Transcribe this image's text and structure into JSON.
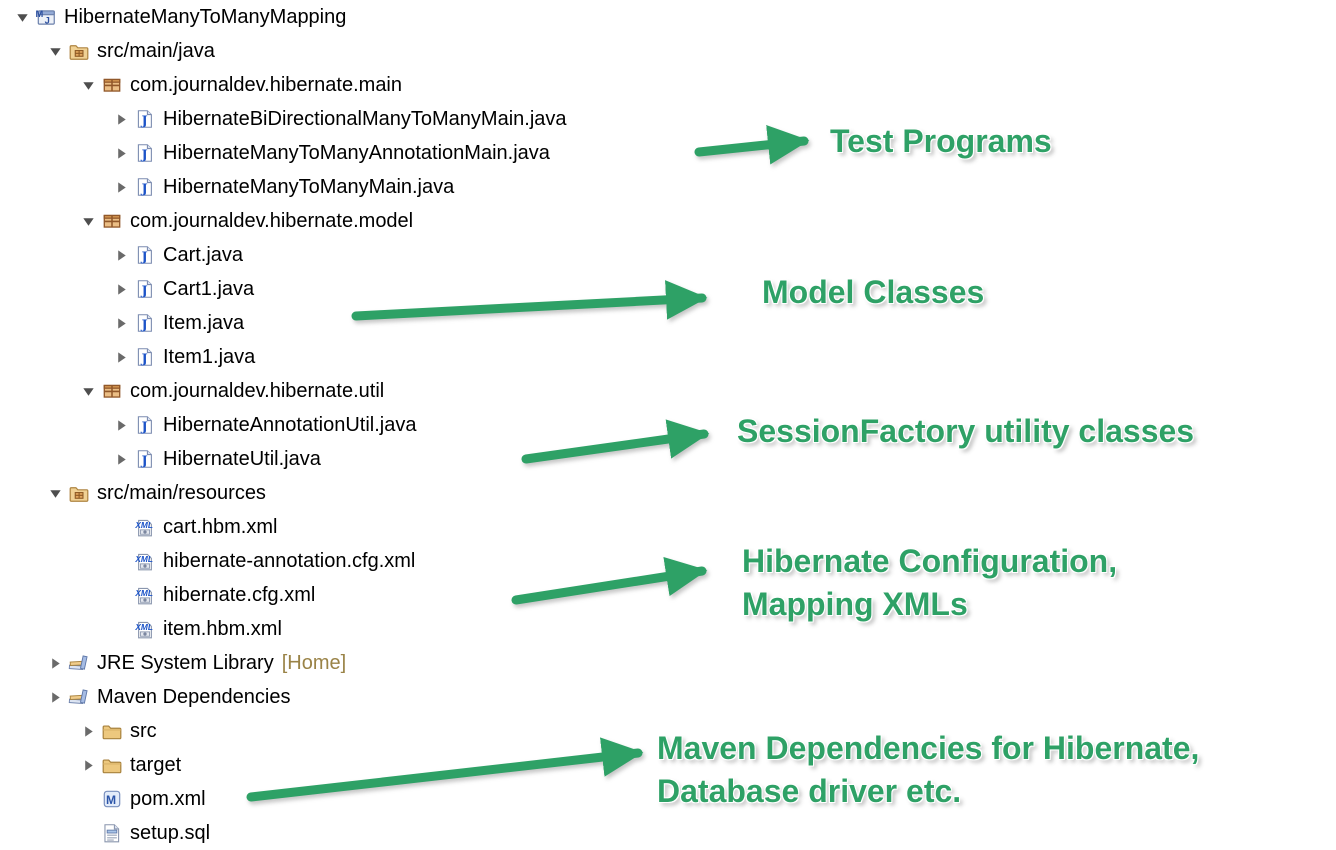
{
  "colors": {
    "annotation_green": "#2EA166",
    "decoration_text": "#9A8347",
    "tree_text": "#000000"
  },
  "tree": {
    "items": [
      {
        "label": "HibernateManyToManyMapping",
        "icon": "maven-project",
        "level": 0,
        "state": "expanded"
      },
      {
        "label": "src/main/java",
        "icon": "source-folder",
        "level": 1,
        "state": "expanded"
      },
      {
        "label": "com.journaldev.hibernate.main",
        "icon": "package",
        "level": 2,
        "state": "expanded"
      },
      {
        "label": "HibernateBiDirectionalManyToManyMain.java",
        "icon": "java-file",
        "level": 3,
        "state": "collapsed"
      },
      {
        "label": "HibernateManyToManyAnnotationMain.java",
        "icon": "java-file",
        "level": 3,
        "state": "collapsed"
      },
      {
        "label": "HibernateManyToManyMain.java",
        "icon": "java-file",
        "level": 3,
        "state": "collapsed"
      },
      {
        "label": "com.journaldev.hibernate.model",
        "icon": "package",
        "level": 2,
        "state": "expanded"
      },
      {
        "label": "Cart.java",
        "icon": "java-file",
        "level": 3,
        "state": "collapsed"
      },
      {
        "label": "Cart1.java",
        "icon": "java-file",
        "level": 3,
        "state": "collapsed"
      },
      {
        "label": "Item.java",
        "icon": "java-file",
        "level": 3,
        "state": "collapsed"
      },
      {
        "label": "Item1.java",
        "icon": "java-file",
        "level": 3,
        "state": "collapsed"
      },
      {
        "label": "com.journaldev.hibernate.util",
        "icon": "package",
        "level": 2,
        "state": "expanded"
      },
      {
        "label": "HibernateAnnotationUtil.java",
        "icon": "java-file",
        "level": 3,
        "state": "collapsed"
      },
      {
        "label": "HibernateUtil.java",
        "icon": "java-file",
        "level": 3,
        "state": "collapsed"
      },
      {
        "label": "src/main/resources",
        "icon": "source-folder",
        "level": 1,
        "state": "expanded"
      },
      {
        "label": "cart.hbm.xml",
        "icon": "xml-file",
        "level": 3,
        "state": "leaf"
      },
      {
        "label": "hibernate-annotation.cfg.xml",
        "icon": "xml-file",
        "level": 3,
        "state": "leaf"
      },
      {
        "label": "hibernate.cfg.xml",
        "icon": "xml-file",
        "level": 3,
        "state": "leaf"
      },
      {
        "label": "item.hbm.xml",
        "icon": "xml-file",
        "level": 3,
        "state": "leaf"
      },
      {
        "label": "JRE System Library",
        "icon": "library",
        "level": 1,
        "state": "collapsed",
        "decoration": "[Home]"
      },
      {
        "label": "Maven Dependencies",
        "icon": "library",
        "level": 1,
        "state": "collapsed"
      },
      {
        "label": "src",
        "icon": "folder",
        "level": 2,
        "state": "collapsed"
      },
      {
        "label": "target",
        "icon": "folder",
        "level": 2,
        "state": "collapsed"
      },
      {
        "label": "pom.xml",
        "icon": "pom",
        "level": 2,
        "state": "leaf"
      },
      {
        "label": "setup.sql",
        "icon": "sql",
        "level": 2,
        "state": "leaf"
      }
    ]
  },
  "annotations": [
    {
      "line1": "Test Programs",
      "line2": ""
    },
    {
      "line1": "Model Classes",
      "line2": ""
    },
    {
      "line1": "SessionFactory utility classes",
      "line2": ""
    },
    {
      "line1": "Hibernate Configuration,",
      "line2": "Mapping XMLs"
    },
    {
      "line1": "Maven Dependencies for Hibernate,",
      "line2": "Database driver etc."
    }
  ]
}
